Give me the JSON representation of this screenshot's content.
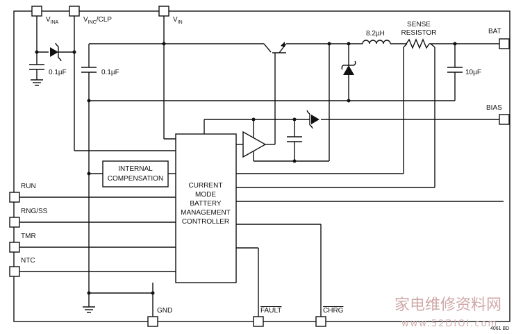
{
  "pins": {
    "vina": "V",
    "vina_sub": "INA",
    "vinc": "V",
    "vinc_sub": "INC",
    "vinc_suffix": "/CLP",
    "vin": "V",
    "vin_sub": "IN",
    "bat": "BAT",
    "bias": "BIAS",
    "run": "RUN",
    "rng": "RNG/SS",
    "tmr": "TMR",
    "ntc": "NTC",
    "gnd": "GND",
    "fault": "FAULT",
    "chrg": "CHRG"
  },
  "components": {
    "cap1": "0.1µF",
    "cap2": "0.1µF",
    "inductor": "8.2µH",
    "sense_line1": "SENSE",
    "sense_line2": "RESISTOR",
    "cap3": "10µF"
  },
  "blocks": {
    "compensation_line1": "INTERNAL",
    "compensation_line2": "COMPENSATION",
    "controller_lines": [
      "CURRENT",
      "MODE",
      "BATTERY",
      "MANAGEMENT",
      "CONTROLLER"
    ]
  },
  "figure_id": "4061 BD",
  "watermark": {
    "chinese": "家电维修资料网",
    "url": "www.52DIOI.com"
  }
}
